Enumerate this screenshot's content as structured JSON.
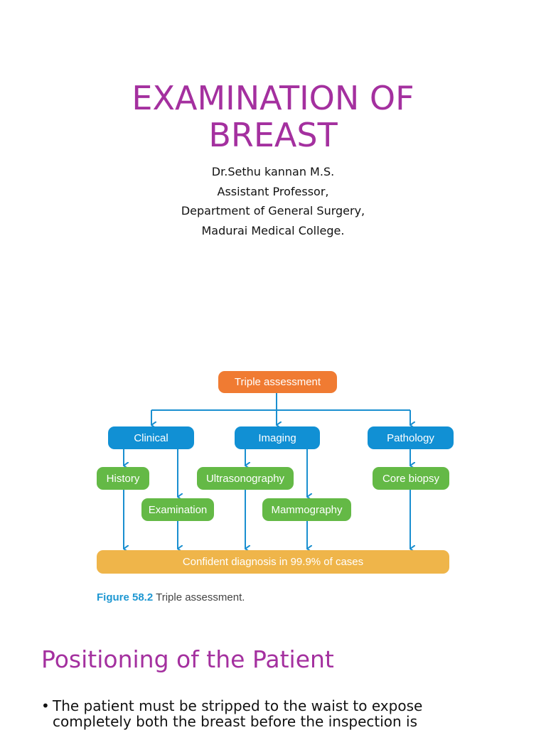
{
  "slide1": {
    "title_lines": [
      "EXAMINATION OF",
      "BREAST"
    ],
    "subtitle_lines": [
      "Dr.Sethu kannan M.S.",
      "Assistant Professor,",
      "Department of General Surgery,",
      "Madurai Medical College."
    ],
    "colors": {
      "title": "#a4309f",
      "text": "#111111"
    }
  },
  "diagram": {
    "root": {
      "label": "Triple assessment",
      "color": "#f07b32"
    },
    "categories": [
      {
        "label": "Clinical",
        "color": "#1190d4"
      },
      {
        "label": "Imaging",
        "color": "#1190d4"
      },
      {
        "label": "Pathology",
        "color": "#1190d4"
      }
    ],
    "methods": [
      {
        "label": "History",
        "parent": "Clinical",
        "color": "#64b946"
      },
      {
        "label": "Examination",
        "parent": "Clinical",
        "color": "#64b946"
      },
      {
        "label": "Ultrasonography",
        "parent": "Imaging",
        "color": "#64b946"
      },
      {
        "label": "Mammography",
        "parent": "Imaging",
        "color": "#64b946"
      },
      {
        "label": "Core biopsy",
        "parent": "Pathology",
        "color": "#64b946"
      }
    ],
    "outcome": {
      "label": "Confident diagnosis in 99.9% of cases",
      "color": "#efb54a"
    },
    "arrow_color": "#1a8fd0",
    "caption": {
      "figure_label": "Figure 58.2",
      "text": " Triple assessment."
    }
  },
  "slide2": {
    "heading": "Positioning of the Patient",
    "bullets": [
      "The patient must be stripped to the waist to expose completely both the breast before the inspection is"
    ]
  }
}
